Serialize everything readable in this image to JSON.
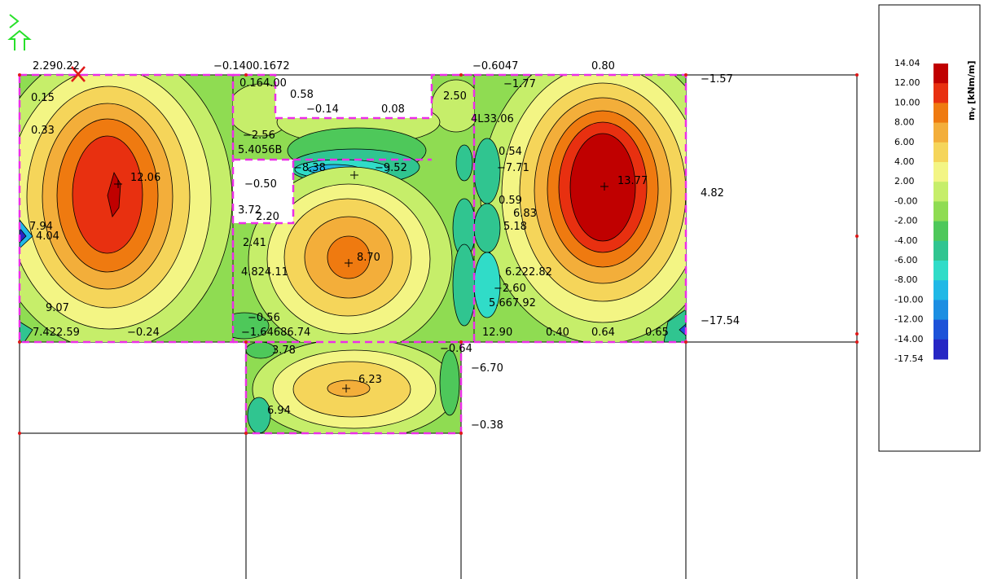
{
  "plot": {
    "values": {
      "v_12_06": "12.06",
      "v_13_77": "13.77",
      "v_8_70": "8.70",
      "v_6_23": "6.23",
      "v_4_82": "4.82",
      "v_m17_54": "−17.54",
      "v_m1_57": "−1.57",
      "v_m6_70": "−6.70",
      "v_m0_38": "−0.38",
      "v_0_80": "0.80",
      "v_m1_77": "−1.77",
      "v_m0_60_47": "−0.6047",
      "v_2_29_022": "2.290.22",
      "v_m0_14_00_672": "−0.1400.1672",
      "v_0_64_1_00": "0.164.00",
      "v_0_58": "0.58",
      "v_m0_14": "−0.14",
      "v_0_08": "0.08",
      "v_2_50": "2.50",
      "v_1_33_06": "4L33.06",
      "v_0_15": "0.15",
      "v_0_33": "0.33",
      "v_m2_56": "−2.56",
      "v_5_40_56": "5.4056B",
      "v_m8_38": "−8.38",
      "v_m9_52": "−9.52",
      "v_0_54": "0.54",
      "v_m7_71": "−7.71",
      "v_m0_50": "−0.50",
      "v_3_72_2_20": "3.72",
      "v_2_20": "2.20",
      "v_0_59": "0.59",
      "v_6_83": "6.83",
      "v_5_18": "5.18",
      "v_7_94": "7.94",
      "v_4_04": "4.04",
      "v_2_41": "2.41",
      "v_4_82_4_11": "4.824.11",
      "v_6_22_2_82": "6.222.82",
      "v_m2_60": "−2.60",
      "v_5_66_7_92": "5.667.92",
      "v_9_07": "9.07",
      "v_m0_56": "−0.56",
      "v_7_42_2_59": "7.422.59",
      "v_m0_24": "−0.24",
      "v_1_64_86_74": "−1.64686.74",
      "v_12_90": "12.90",
      "v_0_40": "0.40",
      "v_0_64": "0.64",
      "v_0_65": "0.65",
      "v_3_78": "3.78",
      "v_m0_64b": "−0.64",
      "v_6_94": "6.94"
    }
  },
  "legend": {
    "title": "mᵧ [kNm/m]",
    "levels": [
      "14.04",
      "12.00",
      "10.00",
      "8.00",
      "6.00",
      "4.00",
      "2.00",
      "-0.00",
      "-2.00",
      "-4.00",
      "-6.00",
      "-8.00",
      "-10.00",
      "-12.00",
      "-14.00",
      "-17.54"
    ],
    "colors": [
      "#c00000",
      "#e83010",
      "#ef7a10",
      "#f3ae3a",
      "#f5d55a",
      "#f3f584",
      "#c6ee6a",
      "#8fdc52",
      "#4ec85a",
      "#30c590",
      "#30dcc8",
      "#20b8e6",
      "#1c8ee2",
      "#1c52d8",
      "#2626c4",
      "#4010b0"
    ]
  },
  "colors": {
    "frame": "#ec2ee8",
    "grid": "#7a7a7a",
    "axis": "#28e02a",
    "contour": "#000000",
    "background": "#ffffff"
  }
}
